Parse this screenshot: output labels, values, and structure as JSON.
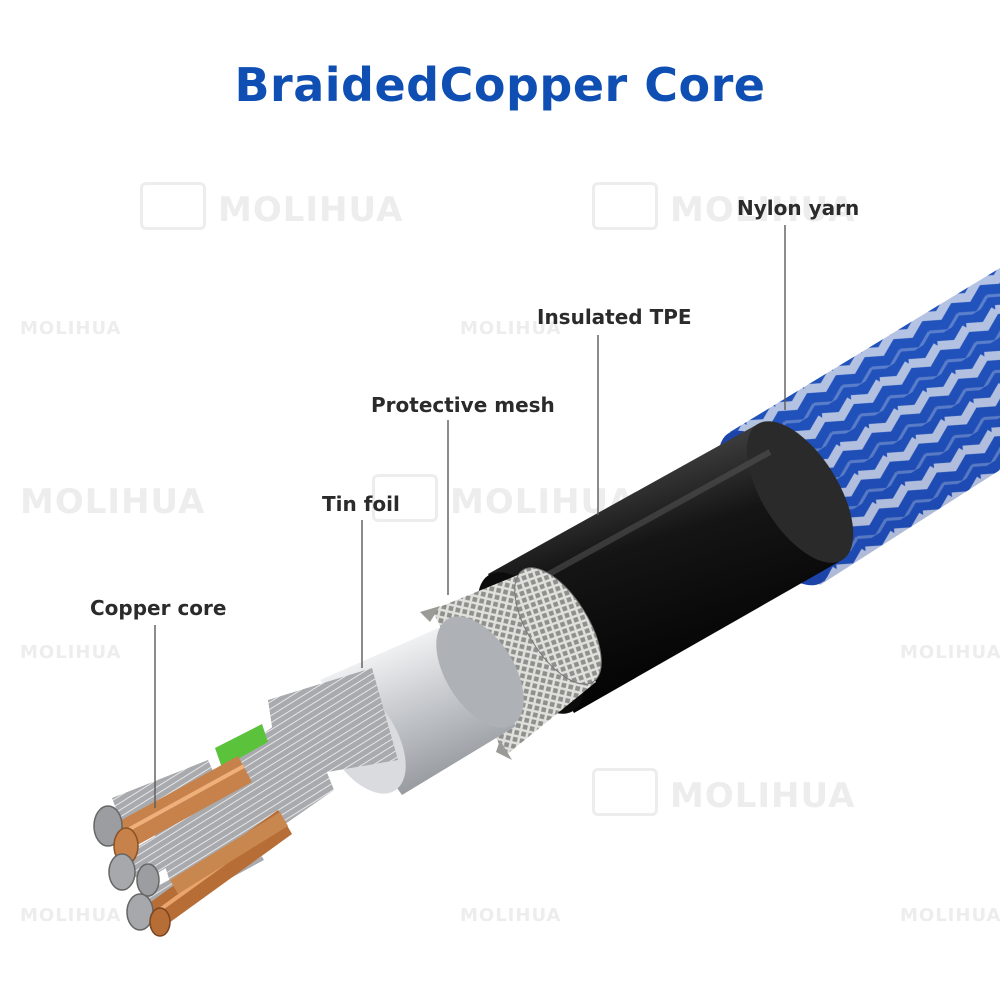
{
  "title": "BraidedCopper Core",
  "labels": {
    "nylon_yarn": "Nylon yarn",
    "insulated_tpe": "Insulated TPE",
    "protective_mesh": "Protective mesh",
    "tin_foil": "Tin foil",
    "copper_core": "Copper core"
  },
  "watermark": "MOLIHUA",
  "colors": {
    "title": "#0f4fb3",
    "label": "#2b2b2b",
    "nylon_blue": "#1f4fb8",
    "nylon_white": "#d9dde6",
    "tpe_black": "#161616",
    "mesh": "#b5b5b0",
    "foil": "#c2c5c9",
    "copper": "#c7814a",
    "green_wire": "#5bc23c"
  },
  "icons": [
    "camera-watermark-icon"
  ]
}
